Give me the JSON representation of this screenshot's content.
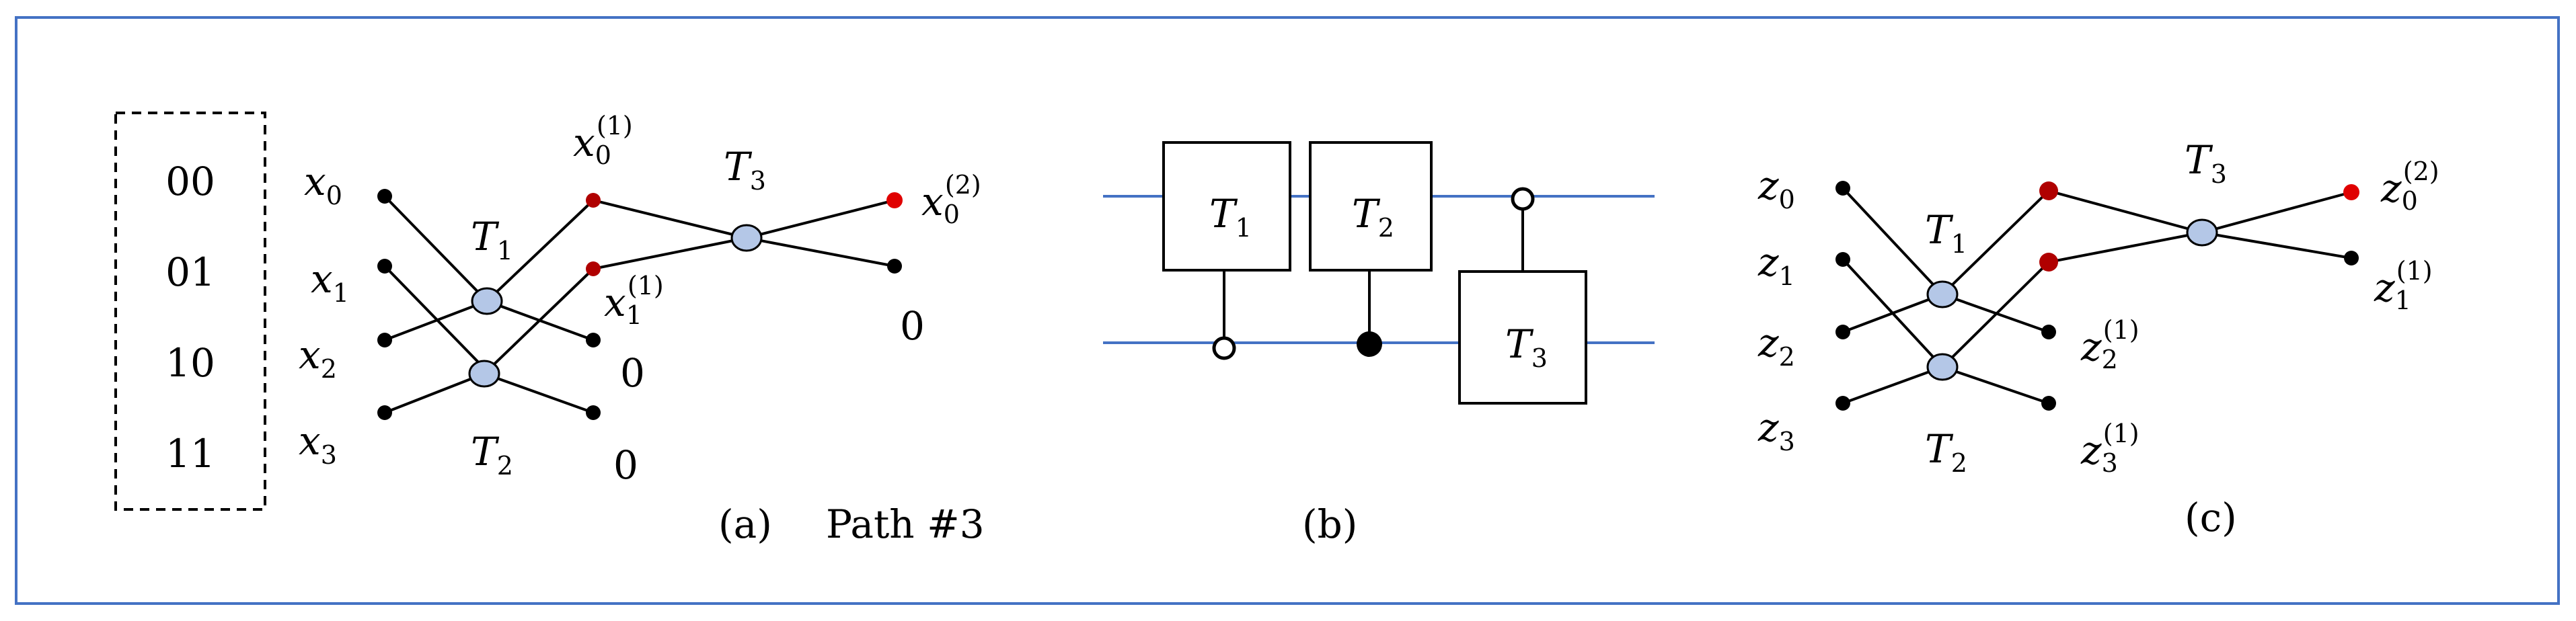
{
  "panel_a": {
    "states": [
      "00",
      "01",
      "10",
      "11"
    ],
    "inputs": [
      "x",
      "x",
      "x",
      "x"
    ],
    "input_subs": [
      "0",
      "1",
      "2",
      "3"
    ],
    "t1": "T",
    "t1_sub": "1",
    "t2": "T",
    "t2_sub": "2",
    "t3": "T",
    "t3_sub": "3",
    "mid_label_0": "x",
    "mid_label_0_sub": "0",
    "mid_label_0_sup": "(1)",
    "mid_label_1": "x",
    "mid_label_1_sub": "1",
    "mid_label_1_sup": "(1)",
    "out_label": "x",
    "out_label_sub": "0",
    "out_label_sup": "(2)",
    "zero_1": "0",
    "zero_2": "0",
    "zero_3": "0",
    "caption": "(a)",
    "path_label": "Path #3"
  },
  "panel_b": {
    "g1": "T",
    "g1_sub": "1",
    "g2": "T",
    "g2_sub": "2",
    "g3": "T",
    "g3_sub": "3",
    "caption": "(b)"
  },
  "panel_c": {
    "inputs": [
      "z",
      "z",
      "z",
      "z"
    ],
    "input_subs": [
      "0",
      "1",
      "2",
      "3"
    ],
    "t1": "T",
    "t1_sub": "1",
    "t2": "T",
    "t2_sub": "2",
    "t3": "T",
    "t3_sub": "3",
    "out0": "z",
    "out0_sub": "0",
    "out0_sup": "(2)",
    "out1": "z",
    "out1_sub": "1",
    "out1_sup": "(1)",
    "out2": "z",
    "out2_sub": "2",
    "out2_sup": "(1)",
    "out3": "z",
    "out3_sub": "3",
    "out3_sup": "(1)",
    "caption": "(c)"
  }
}
